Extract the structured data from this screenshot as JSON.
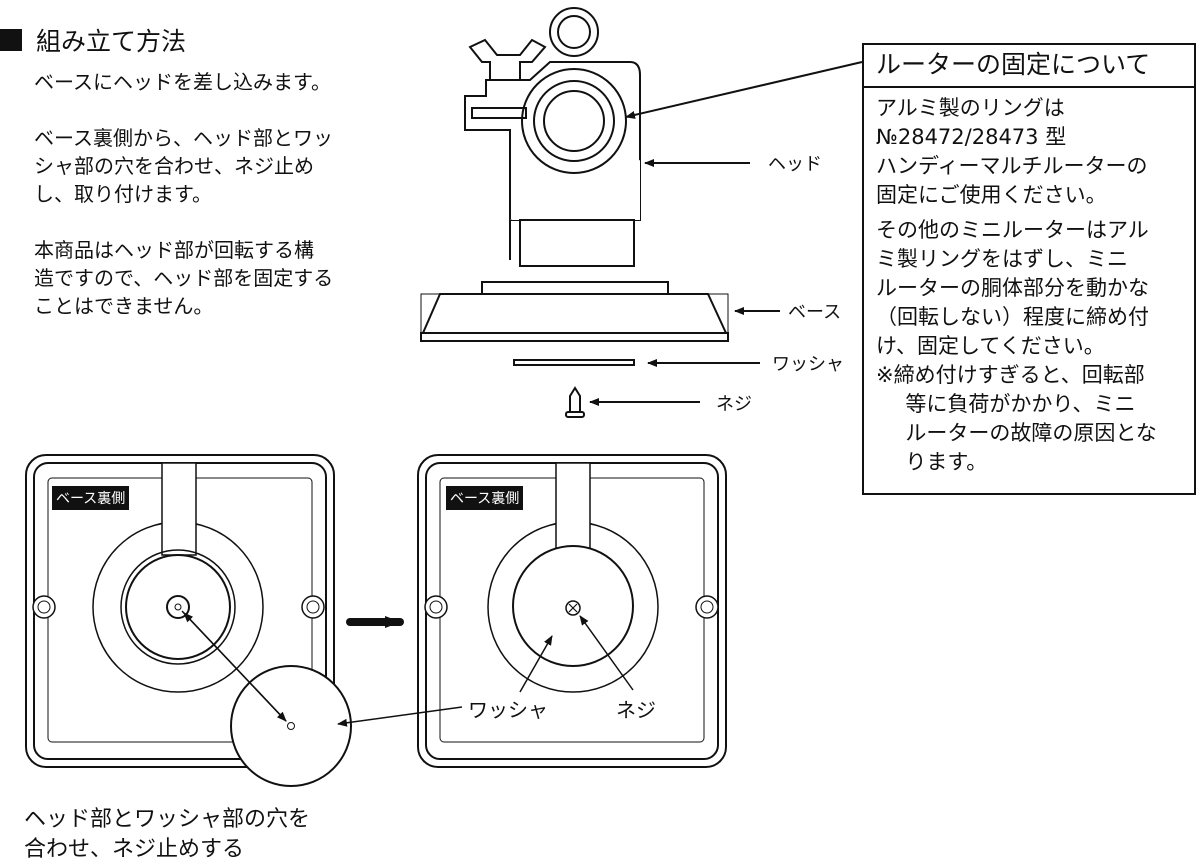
{
  "section": {
    "marker_icon": "black-square-icon",
    "title": "組み立て方法"
  },
  "instructions": [
    "ベースにヘッドを差し込みます。",
    "ベース裏側から、ヘッド部とワッ\nシャ部の穴を合わせ、ネジ止め\nし、取り付けます。",
    "本商品はヘッド部が回転する構\n造ですので、ヘッド部を固定する\nことはできません。"
  ],
  "side_view": {
    "labels": {
      "head": "ヘッド",
      "base": "ベース",
      "washer": "ワッシャ",
      "screw": "ネジ"
    }
  },
  "note": {
    "title": "ルーターの固定について",
    "paragraph1": "アルミ製のリングは\n№28472/28473 型\nハンディーマルチルーターの\n固定にご使用ください。",
    "paragraph2": "その他のミニルーターはアル\nミ製リングをはずし、ミニ\nルーターの胴体部分を動かな\n（回転しない）程度に締め付\nけ、固定してください。",
    "warning": "※締め付けすぎると、回転部\n等に負荷がかかり、ミニ\nルーターの故障の原因とな\nります。"
  },
  "bottom_views": {
    "badge": "ベース裏側",
    "washer_label": "ワッシャ",
    "screw_label": "ネジ",
    "caption": "ヘッド部とワッシャ部の穴を\n合わせ、ネジ止めする"
  }
}
